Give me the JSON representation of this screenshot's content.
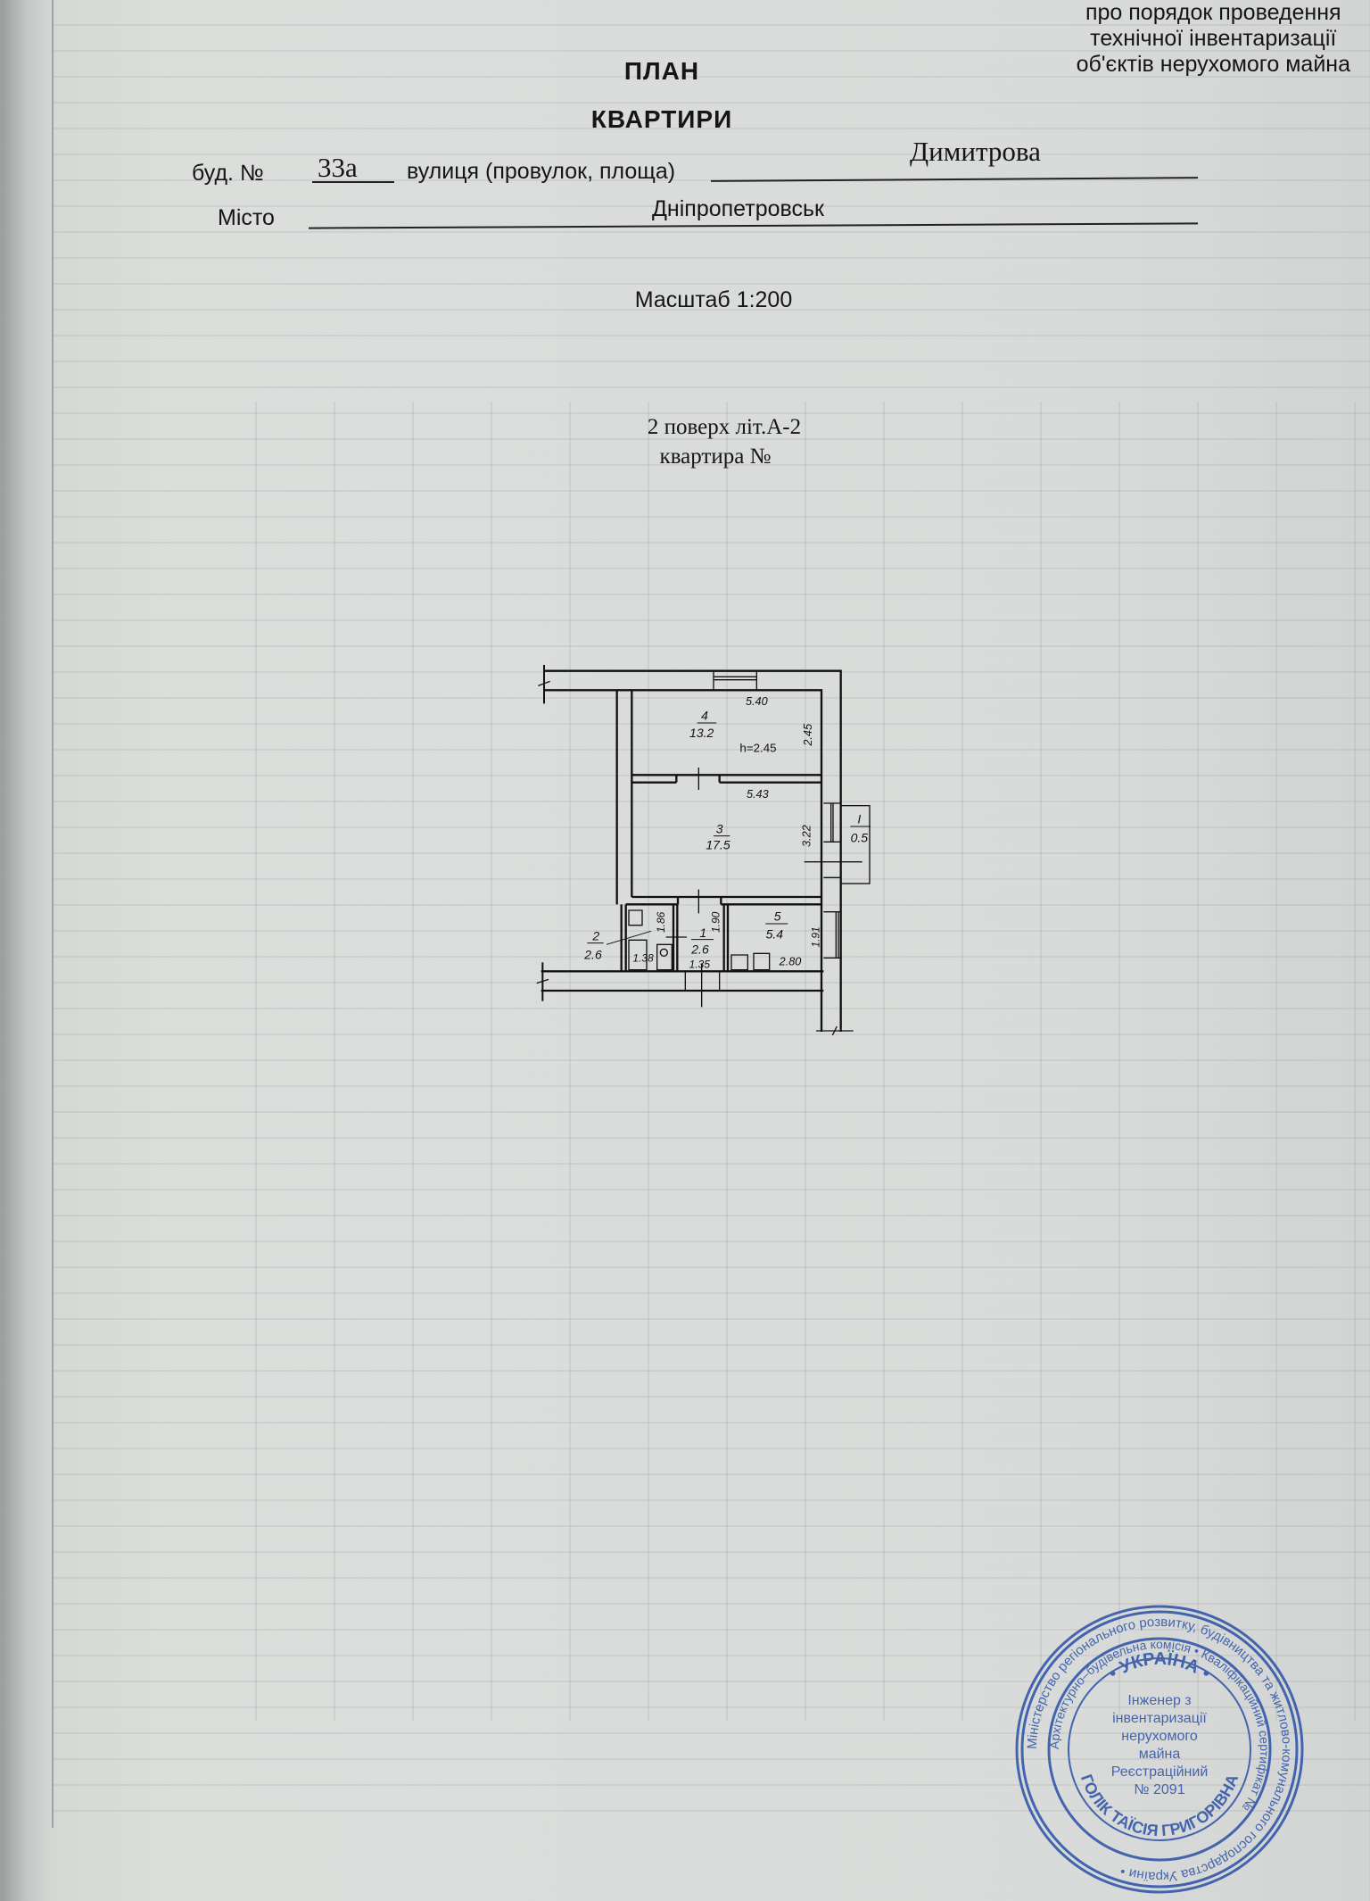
{
  "header_note": {
    "lines": [
      "про  порядок проведення",
      "технічної   інвентаризації",
      "об'єктів нерухомого майна"
    ]
  },
  "title": "ПЛАН",
  "subtitle": "КВАРТИРИ",
  "address": {
    "building_label": "буд. №",
    "building_value": "33а",
    "street_label": "вулиця (провулок, площа)",
    "street_value": "Димитрова",
    "city_label": "Місто",
    "city_value": "Дніпропетровськ"
  },
  "scale": "Масштаб 1:200",
  "floor": "2 поверх  літ.А-2",
  "apartment": "квартира №",
  "plan": {
    "ceiling_height": "h=2.45",
    "rooms": [
      {
        "num": "4",
        "area": "13.2"
      },
      {
        "num": "3",
        "area": "17.5"
      },
      {
        "num": "2",
        "area": "2.6"
      },
      {
        "num": "1",
        "area": "2.6"
      },
      {
        "num": "5",
        "area": "5.4"
      },
      {
        "num": "I",
        "area": "0.5"
      }
    ],
    "dims": {
      "r4_w": "5.40",
      "r4_h": "2.45",
      "r3_w": "5.43",
      "r3_h": "3.22",
      "bath_h": "1.86",
      "bath_w": "1.38",
      "wc_h": "1.90",
      "wc_w": "1.35",
      "kit_h": "1.91",
      "kit_w": "2.80"
    }
  },
  "stamp": {
    "color": "#2f55a8",
    "outer_ring": "Міністерство регіонального розвитку, будівництва та житлово-комунального господарства України •",
    "inner_ring": "Архітектурно–будівельна комісія • Кваліфікаційний сертифікат №",
    "top": "• УКРАЇНА •",
    "bottom": "ГОЛІК ТАЇСІЯ ГРИГОРІВНА",
    "center_lines": [
      "Інженер з",
      "інвентаризації",
      "нерухомого",
      "майна",
      "Реєстраційний",
      "№ 2091"
    ]
  }
}
